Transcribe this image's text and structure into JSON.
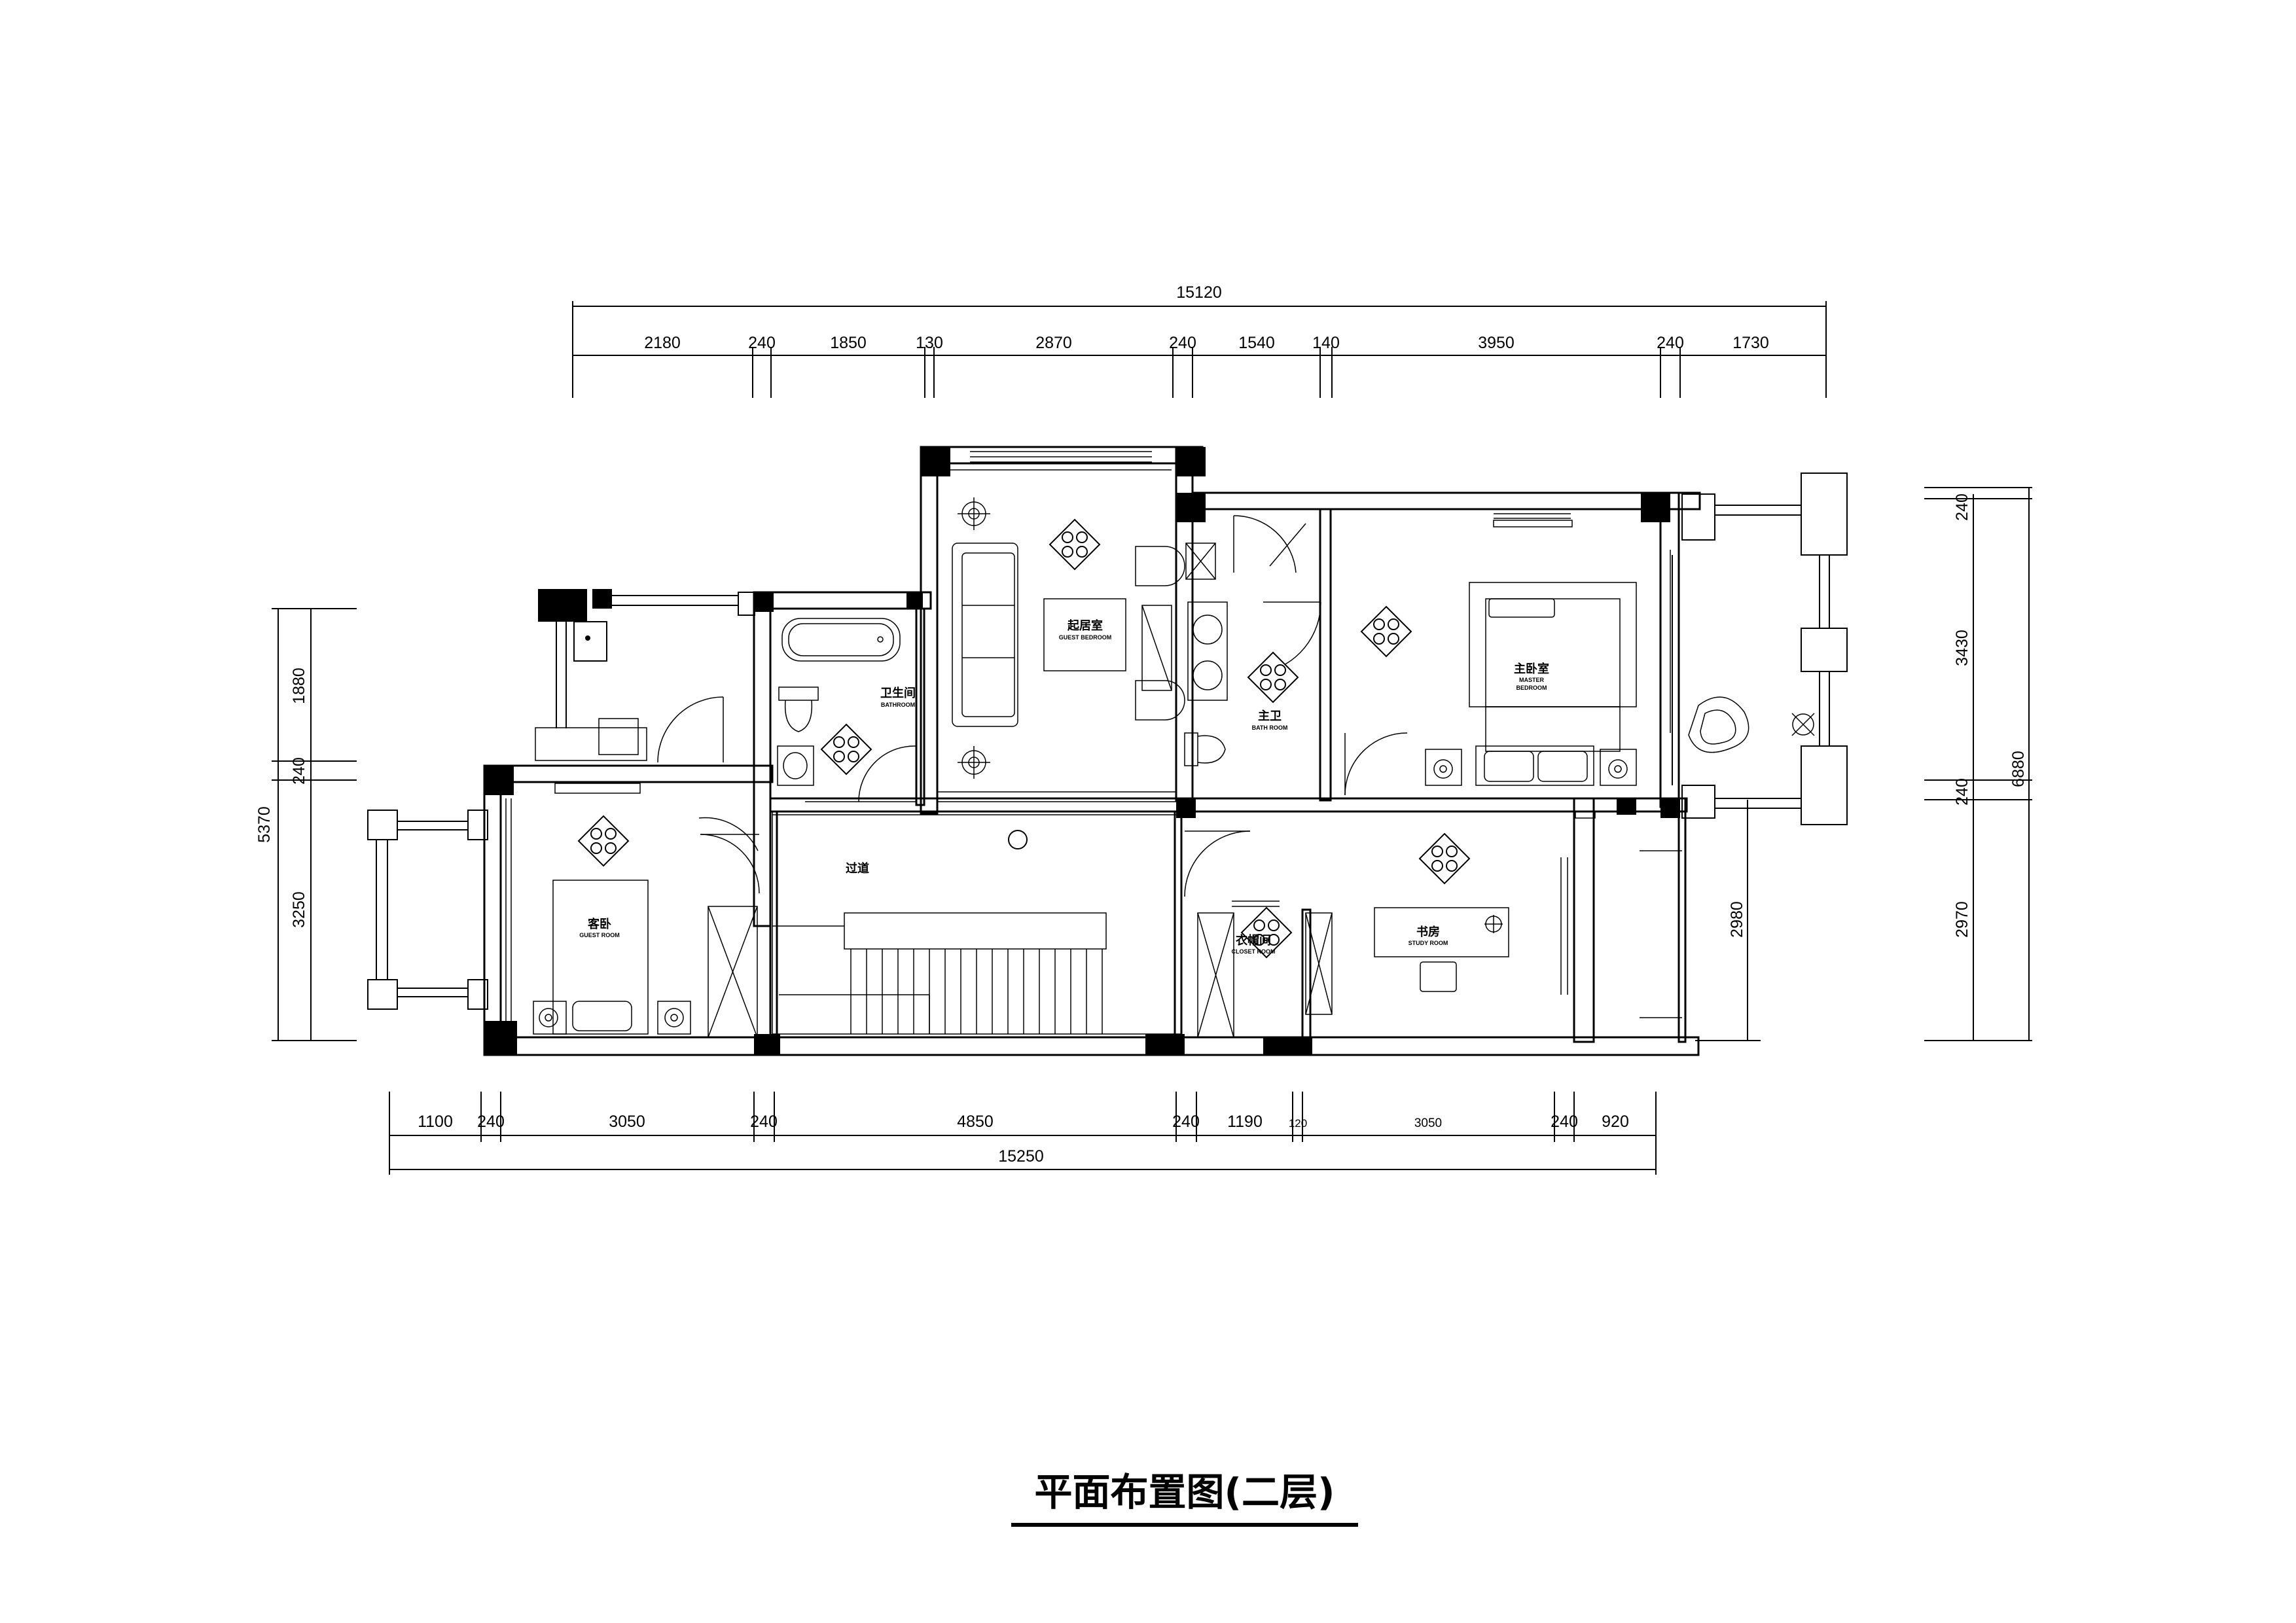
{
  "title": "平面布置图(二层)",
  "dimensions": {
    "top_total": "15120",
    "top_segments": [
      "2180",
      "240",
      "1850",
      "130",
      "2870",
      "240",
      "1540",
      "140",
      "3950",
      "240",
      "1730"
    ],
    "bottom_segments": [
      "1100",
      "240",
      "3050",
      "240",
      "4850",
      "240",
      "1190",
      "120",
      "3050",
      "240",
      "920"
    ],
    "bottom_total": "15250",
    "left_segments": [
      "1880",
      "240",
      "3250"
    ],
    "left_total": "5370",
    "right_segments": [
      "240",
      "3430",
      "240",
      "2970"
    ],
    "right_total": "6880",
    "right_inner": "2980"
  },
  "rooms": {
    "living": {
      "cn": "起居室",
      "en": "GUEST BEDROOM"
    },
    "bathroom": {
      "cn": "卫生间",
      "en": "BATHROOM"
    },
    "master_bath": {
      "cn": "主卫",
      "en": "BATH ROOM"
    },
    "master_bedroom": {
      "cn": "主卧室",
      "en": "MASTER",
      "en2": "BEDROOM"
    },
    "guest_room": {
      "cn": "客卧",
      "en": "GUEST ROOM"
    },
    "corridor": {
      "cn": "过道"
    },
    "study": {
      "cn": "书房",
      "en": "STUDY ROOM"
    },
    "closet": {
      "cn": "衣帽间",
      "en": "CLOSET ROOM"
    }
  }
}
